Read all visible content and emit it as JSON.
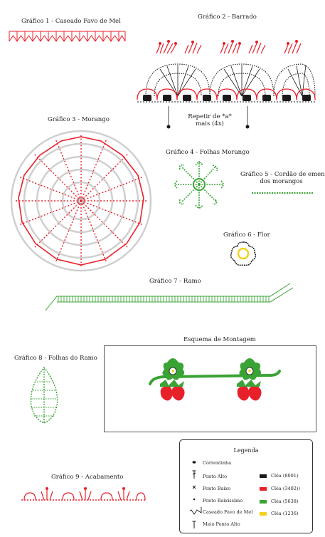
{
  "labels": {
    "g1": "Gráfico 1 - Caseado Favo de Mel",
    "g2": "Gráfico 2 - Barrado",
    "g2_repeat_line1": "Repetir de *a*",
    "g2_repeat_line2": "mais (4x)",
    "g3": "Gráfico 3 - Morango",
    "g4": "Gráfico 4 - Folhas Morango",
    "g5_line1": "Gráfico 5 - Cordão de emenda",
    "g5_line2": "dos morangos",
    "g6": "Gráfico 6 - Flor",
    "g7": "Gráfico 7 - Ramo",
    "g8": "Gráfico 8 - Folhas do Ramo",
    "g9": "Gráfico 9 - Acabamento",
    "montage": "Esquema de Montagem"
  },
  "legend": {
    "title": "Legenda",
    "symbols": [
      {
        "label": "Correntinha",
        "icon": "chain-dot-icon"
      },
      {
        "label": "Ponto Alto",
        "icon": "double-crochet-icon"
      },
      {
        "label": "Ponto Baixo",
        "icon": "single-crochet-x-icon"
      },
      {
        "label": "Ponto Baixíssimo",
        "icon": "slip-stitch-dot-icon"
      },
      {
        "label": "Caseado Favo de Mel",
        "icon": "honeycomb-stitch-icon"
      },
      {
        "label": "Meio Ponto Alto",
        "icon": "half-double-crochet-icon"
      }
    ],
    "colors": [
      {
        "label": "Cléa (8001)",
        "color": "#1a1a1a"
      },
      {
        "label": "Cléa (3402))",
        "color": "#e8202a"
      },
      {
        "label": "Cléa (5638)",
        "color": "#3aa335"
      },
      {
        "label": "Cléa (1236)",
        "color": "#f2d21b"
      }
    ]
  },
  "colors": {
    "red": "#e8202a",
    "black": "#1a1a1a",
    "green": "#3aa335",
    "yellow": "#f2d21b",
    "grey": "#cfcfcf"
  }
}
